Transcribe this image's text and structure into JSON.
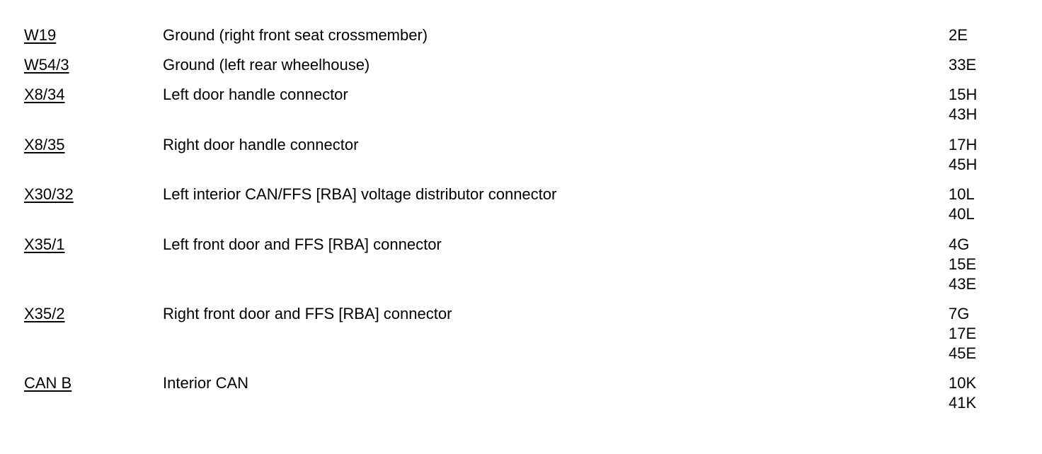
{
  "rows": [
    {
      "code": "W19",
      "description": "Ground (right front seat crossmember)",
      "refs": [
        "2E"
      ]
    },
    {
      "code": "W54/3",
      "description": "Ground (left rear wheelhouse)",
      "refs": [
        "33E"
      ]
    },
    {
      "code": "X8/34",
      "description": "Left door handle connector",
      "refs": [
        "15H",
        "43H"
      ]
    },
    {
      "code": "X8/35",
      "description": "Right door handle connector",
      "refs": [
        "17H",
        "45H"
      ]
    },
    {
      "code": "X30/32",
      "description": "Left interior CAN/FFS [RBA] voltage distributor connector",
      "refs": [
        "10L",
        "40L"
      ]
    },
    {
      "code": "X35/1",
      "description": "Left front door and FFS [RBA] connector",
      "refs": [
        "4G",
        "15E",
        "43E"
      ]
    },
    {
      "code": "X35/2",
      "description": "Right front door and FFS [RBA] connector",
      "refs": [
        "7G",
        "17E",
        "45E"
      ]
    },
    {
      "code": "CAN B",
      "description": "Interior CAN",
      "refs": [
        "10K",
        "41K"
      ]
    }
  ]
}
